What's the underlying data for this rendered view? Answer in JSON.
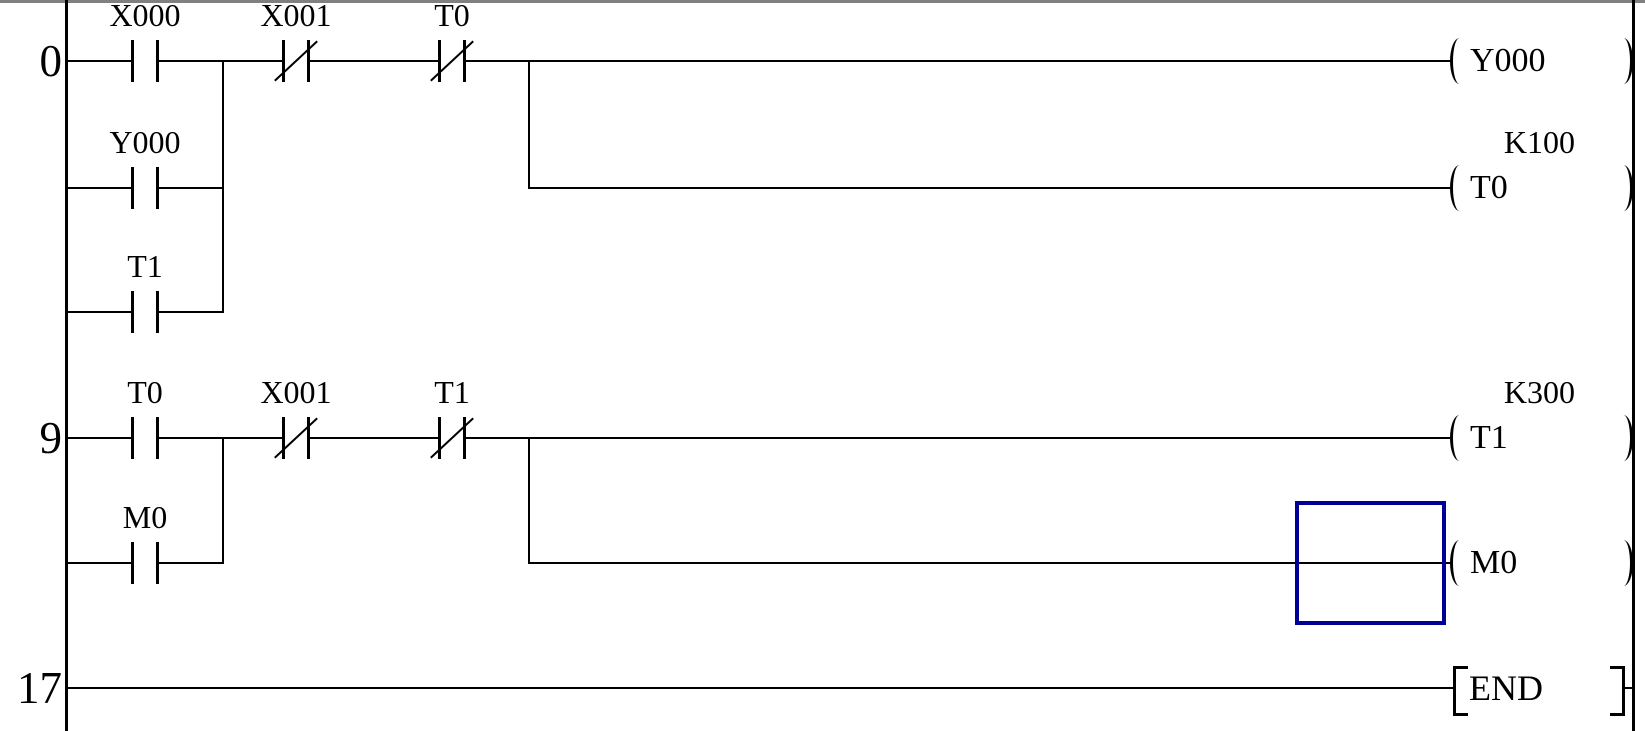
{
  "editor": {
    "type": "plc-ladder-diagram",
    "selection": {
      "selected_element": "coil-m0"
    }
  },
  "colors": {
    "wire": "#000000",
    "selection_box": "#000099",
    "background": "#ffffff",
    "window_border": "#808080"
  },
  "rungs": [
    {
      "step": "0",
      "contacts": [
        {
          "id": "x000",
          "label": "X000",
          "type": "NO"
        },
        {
          "id": "x001",
          "label": "X001",
          "type": "NC"
        },
        {
          "id": "t0",
          "label": "T0",
          "type": "NC"
        },
        {
          "id": "y000",
          "label": "Y000",
          "type": "NO"
        },
        {
          "id": "t1",
          "label": "T1",
          "type": "NO"
        }
      ],
      "coils": [
        {
          "id": "y000",
          "label": "Y000"
        },
        {
          "id": "t0",
          "label": "T0",
          "preset": "K100"
        }
      ]
    },
    {
      "step": "9",
      "contacts": [
        {
          "id": "t0",
          "label": "T0",
          "type": "NO"
        },
        {
          "id": "x001",
          "label": "X001",
          "type": "NC"
        },
        {
          "id": "t1",
          "label": "T1",
          "type": "NC"
        },
        {
          "id": "m0",
          "label": "M0",
          "type": "NO"
        }
      ],
      "coils": [
        {
          "id": "t1",
          "label": "T1",
          "preset": "K300"
        },
        {
          "id": "m0",
          "label": "M0"
        }
      ]
    },
    {
      "step": "17",
      "instruction": "END"
    }
  ]
}
